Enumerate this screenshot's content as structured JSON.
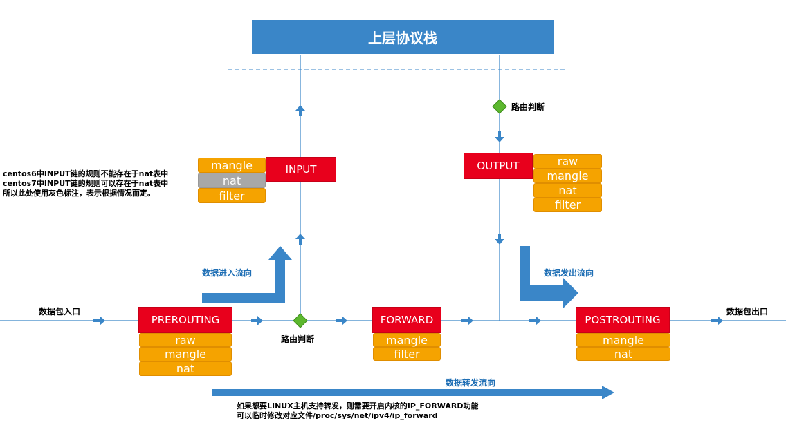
{
  "top_stack": {
    "label": "上层协议栈"
  },
  "chains": {
    "input": "INPUT",
    "output": "OUTPUT",
    "prerouting": "PREROUTING",
    "forward": "FORWARD",
    "postrouting": "POSTROUTING"
  },
  "tables": {
    "input": [
      "mangle",
      "nat",
      "filter"
    ],
    "output": [
      "raw",
      "mangle",
      "nat",
      "filter"
    ],
    "prerouting": [
      "raw",
      "mangle",
      "nat"
    ],
    "forward": [
      "mangle",
      "filter"
    ],
    "postrouting": [
      "mangle",
      "nat"
    ]
  },
  "labels": {
    "route_decision_top": "路由判断",
    "route_decision_bottom": "路由判断",
    "packet_in": "数据包入口",
    "packet_out": "数据包出口",
    "flow_in": "数据进入流向",
    "flow_out": "数据发出流向",
    "flow_forward": "数据转发流向"
  },
  "notes": {
    "input_nat": [
      "centos6中INPUT链的规则不能存在于nat表中",
      "centos7中INPUT链的规则可以存在于nat表中",
      "所以此处使用灰色标注，表示根据情况而定。"
    ],
    "forward_hint": [
      "如果想要LINUX主机支持转发，则需要开启内核的IP_FORWARD功能",
      "可以临时修改对应文件/proc/sys/net/ipv4/ip_forward"
    ]
  },
  "colors": {
    "line": "#3a86c8",
    "chain": "#e8001c",
    "table": "#f5a300",
    "table_disabled": "#a8a8a8",
    "decision": "#5cb82e",
    "flow_label": "#1f6fb5"
  }
}
